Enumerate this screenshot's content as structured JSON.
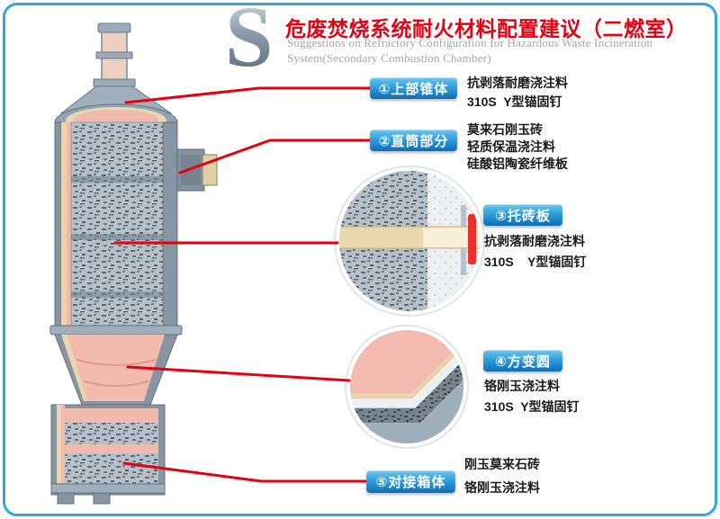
{
  "frame": {
    "border_color": "#2eaae1",
    "background": "#ffffff"
  },
  "header": {
    "logo_letter": "S",
    "title": "危废焚烧系统耐火材料配置建议（二燃室）",
    "subtitle_line1": "Suggestions on Refractory Configuration for Hazardous Waste Incineration",
    "subtitle_line2": "System(Secondary Combustion Chamber)"
  },
  "callouts": [
    {
      "label": "①上部锥体",
      "notes": [
        "抗剥落耐磨浇注料",
        "310S  Y型锚固钉"
      ]
    },
    {
      "label": "②直筒部分",
      "notes": [
        "莫来石刚玉砖",
        "轻质保温浇注料",
        "硅酸铝陶瓷纤维板"
      ]
    },
    {
      "label": "③托砖板",
      "notes": [
        "抗剥落耐磨浇注料",
        "310S    Y型锚固钉"
      ]
    },
    {
      "label": "④方变圆",
      "notes": [
        "铬刚玉浇注料",
        "310S  Y型锚固钉"
      ]
    },
    {
      "label": "⑤对接箱体",
      "notes": [
        "刚玉莫来石砖",
        "铬刚玉浇注料"
      ]
    }
  ],
  "colors": {
    "accent_red": "#e60012",
    "tag_blue_top": "#6fc7ef",
    "tag_blue_bottom": "#0e6db6",
    "title_red": "#e60012",
    "subtitle_gray": "#a6a6a6",
    "steel_gray": "#8795a3",
    "castable_pink": "#f3baae",
    "insulation_beige": "#e7d6ae"
  }
}
